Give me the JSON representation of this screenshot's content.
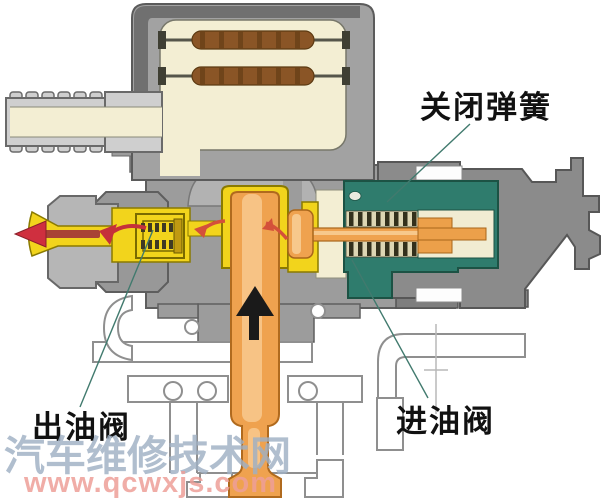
{
  "diagram": {
    "labels": {
      "closing_spring": "关闭弹簧",
      "outlet_valve": "出油阀",
      "inlet_valve": "进油阀"
    },
    "watermark": {
      "site_name": "汽车维修技术网",
      "site_url": "www.qcwxjs.com"
    },
    "colors": {
      "body_gray": "#9c9c9c",
      "housing_gray": "#a2a2a2",
      "dark_fitting_gray": "#8b8b8b",
      "chamber_cream": "#f3eed3",
      "fuel_yellow": "#f2d41c",
      "plunger_orange": "#efa24f",
      "spring_housing_teal": "#2f7c6d",
      "coil_spring_brown": "#8a5526",
      "flow_arrow_red": "#c5303a"
    }
  }
}
